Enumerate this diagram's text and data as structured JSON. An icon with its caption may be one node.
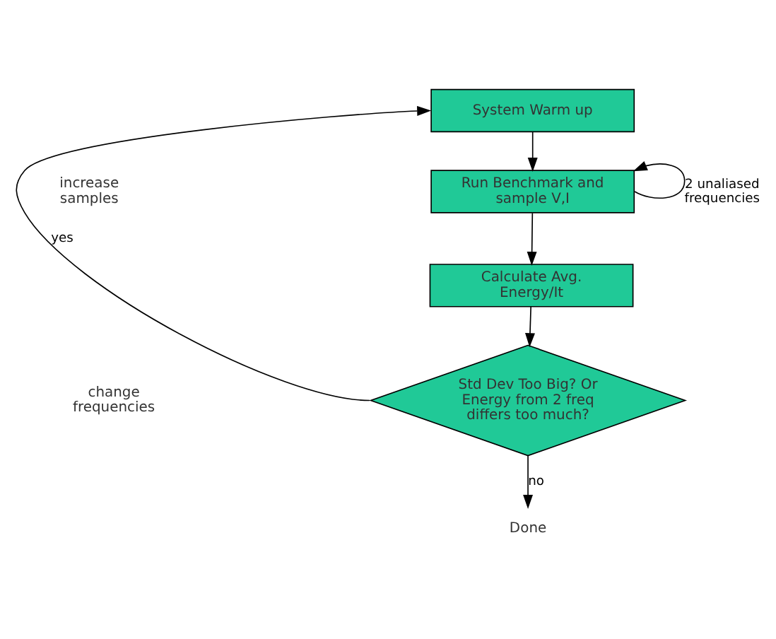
{
  "diagram": {
    "nodes": [
      {
        "text": [
          "System Warm up"
        ]
      },
      {
        "text": [
          "Run Benchmark and sample V,I"
        ]
      },
      {
        "text": [
          "Calculate Avg. Energy/It"
        ]
      },
      {
        "text": [
          "Std Dev Too Big? Or Energy from 2 freq differs too much?"
        ]
      },
      {
        "text": [
          "Done"
        ]
      }
    ],
    "edges": [
      {
        "from": 0,
        "to": 1,
        "arrow": "to"
      },
      {
        "from": 1,
        "to": 1,
        "arrow": "to",
        "label": "2 unaliased frequencies"
      },
      {
        "from": 1,
        "to": 2,
        "arrow": "to"
      },
      {
        "from": 2,
        "to": 3,
        "arrow": "to"
      },
      {
        "from": 3,
        "to": 0,
        "arrow": "to",
        "label": "yes"
      },
      {
        "from": 3,
        "to": 4,
        "arrow": "to",
        "label": "no"
      }
    ],
    "labels": [
      "increase samples",
      "change frequencies"
    ]
  }
}
